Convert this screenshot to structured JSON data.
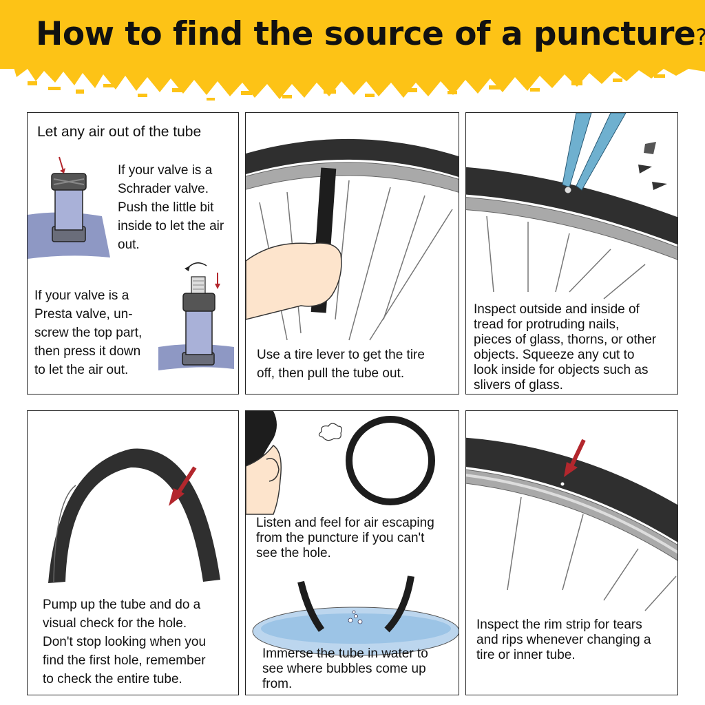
{
  "title": {
    "main": "How to find the source of a puncture",
    "mark": "?"
  },
  "colors": {
    "banner": "#FDC316",
    "tire": "#2f2f2f",
    "rim": "#a9a9a9",
    "tube": "#9aa3c9",
    "arrow": "#b3272d",
    "water": "#bcd6ee"
  },
  "panels": {
    "p1": {
      "heading": "Let any air out of the tube",
      "schrader": [
        "If your valve is a",
        "Schrader valve.",
        "Push the little bit",
        "inside to let the air",
        "out."
      ],
      "presta": [
        "If your valve is a",
        "Presta valve, un-",
        "screw the top part,",
        "then press it down",
        "to let the air out."
      ]
    },
    "p2": {
      "lines": [
        "Use a tire lever to get the tire",
        "off, then pull the tube out."
      ]
    },
    "p3": {
      "lines": [
        "Inspect outside and inside of",
        "tread for protruding nails,",
        "pieces of glass, thorns, or other",
        "objects. Squeeze any cut to",
        "look inside for objects such as",
        "slivers of glass."
      ]
    },
    "p4": {
      "lines": [
        "Pump up the tube and do a",
        "visual check for the hole.",
        "Don't stop looking when you",
        "find the first hole, remember",
        "to check the entire tube."
      ]
    },
    "p5": {
      "listen": [
        "Listen and feel for air escaping",
        "from the puncture if you can't",
        "see the hole."
      ],
      "immerse": [
        "Immerse the tube in water to",
        "see where bubbles come up",
        "from."
      ]
    },
    "p6": {
      "lines": [
        "Inspect the rim strip for tears",
        "and rips whenever changing a",
        "tire or inner tube."
      ]
    }
  }
}
